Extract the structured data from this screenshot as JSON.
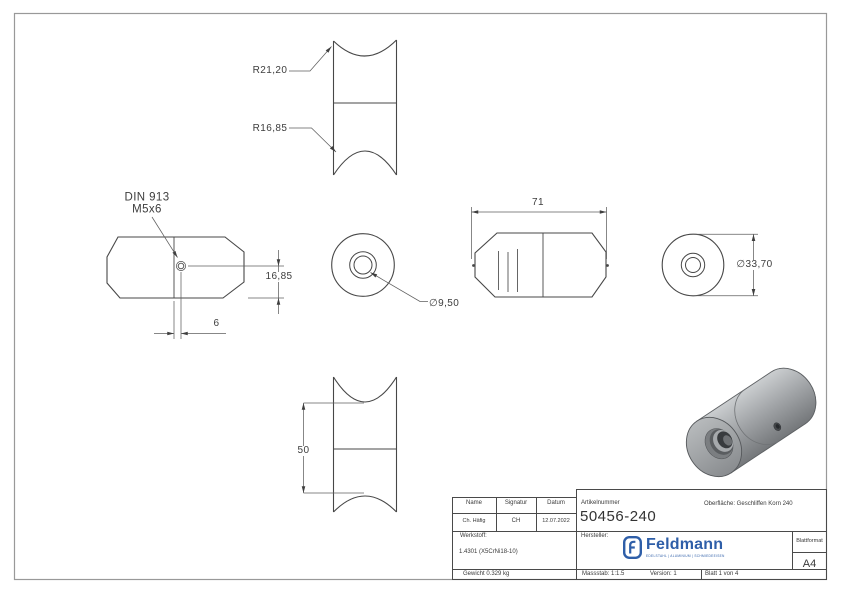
{
  "dimensions": {
    "r21": "R21,20",
    "r16": "R16,85",
    "din_line1": "DIN 913",
    "din_line2": "M5x6",
    "h1685": "16,85",
    "w6": "6",
    "d95": "∅9,50",
    "l71": "71",
    "d337": "∅33,70",
    "l50": "50"
  },
  "title_block": {
    "name_label": "Name",
    "signatur_label": "Signatur",
    "datum_label": "Datum",
    "name_value": "Ch. Häfig",
    "signatur_value": "CH",
    "datum_value": "12.07.2022",
    "artikelnummer_label": "Artikelnummer",
    "artikelnummer_value": "50456-240",
    "oberflaeche_text": "Oberfläche: Geschliffen Korn 240",
    "werkstoff_label": "Werkstoff:",
    "werkstoff_value": "1.4301 (X5CrNi18-10)",
    "gewicht_text": "Gewicht 0.329 kg",
    "hersteller_label": "Hersteller:",
    "logo_text": "Feldmann",
    "logo_tagline": "EDELSTAHL | ALUMINIUM | SCHMIEDEEISEN",
    "blattformat_label": "Blattformat",
    "blattformat_value": "A4",
    "massstab_text": "Massstab: 1:1.5",
    "version_text": "Version: 1",
    "blatt_text": "Blatt 1 von 4"
  },
  "colors": {
    "line": "#474747",
    "dim": "#5f5f5f",
    "text": "#3d3d3d",
    "logo_blue": "#2e5ea8",
    "frame": "#999999"
  }
}
